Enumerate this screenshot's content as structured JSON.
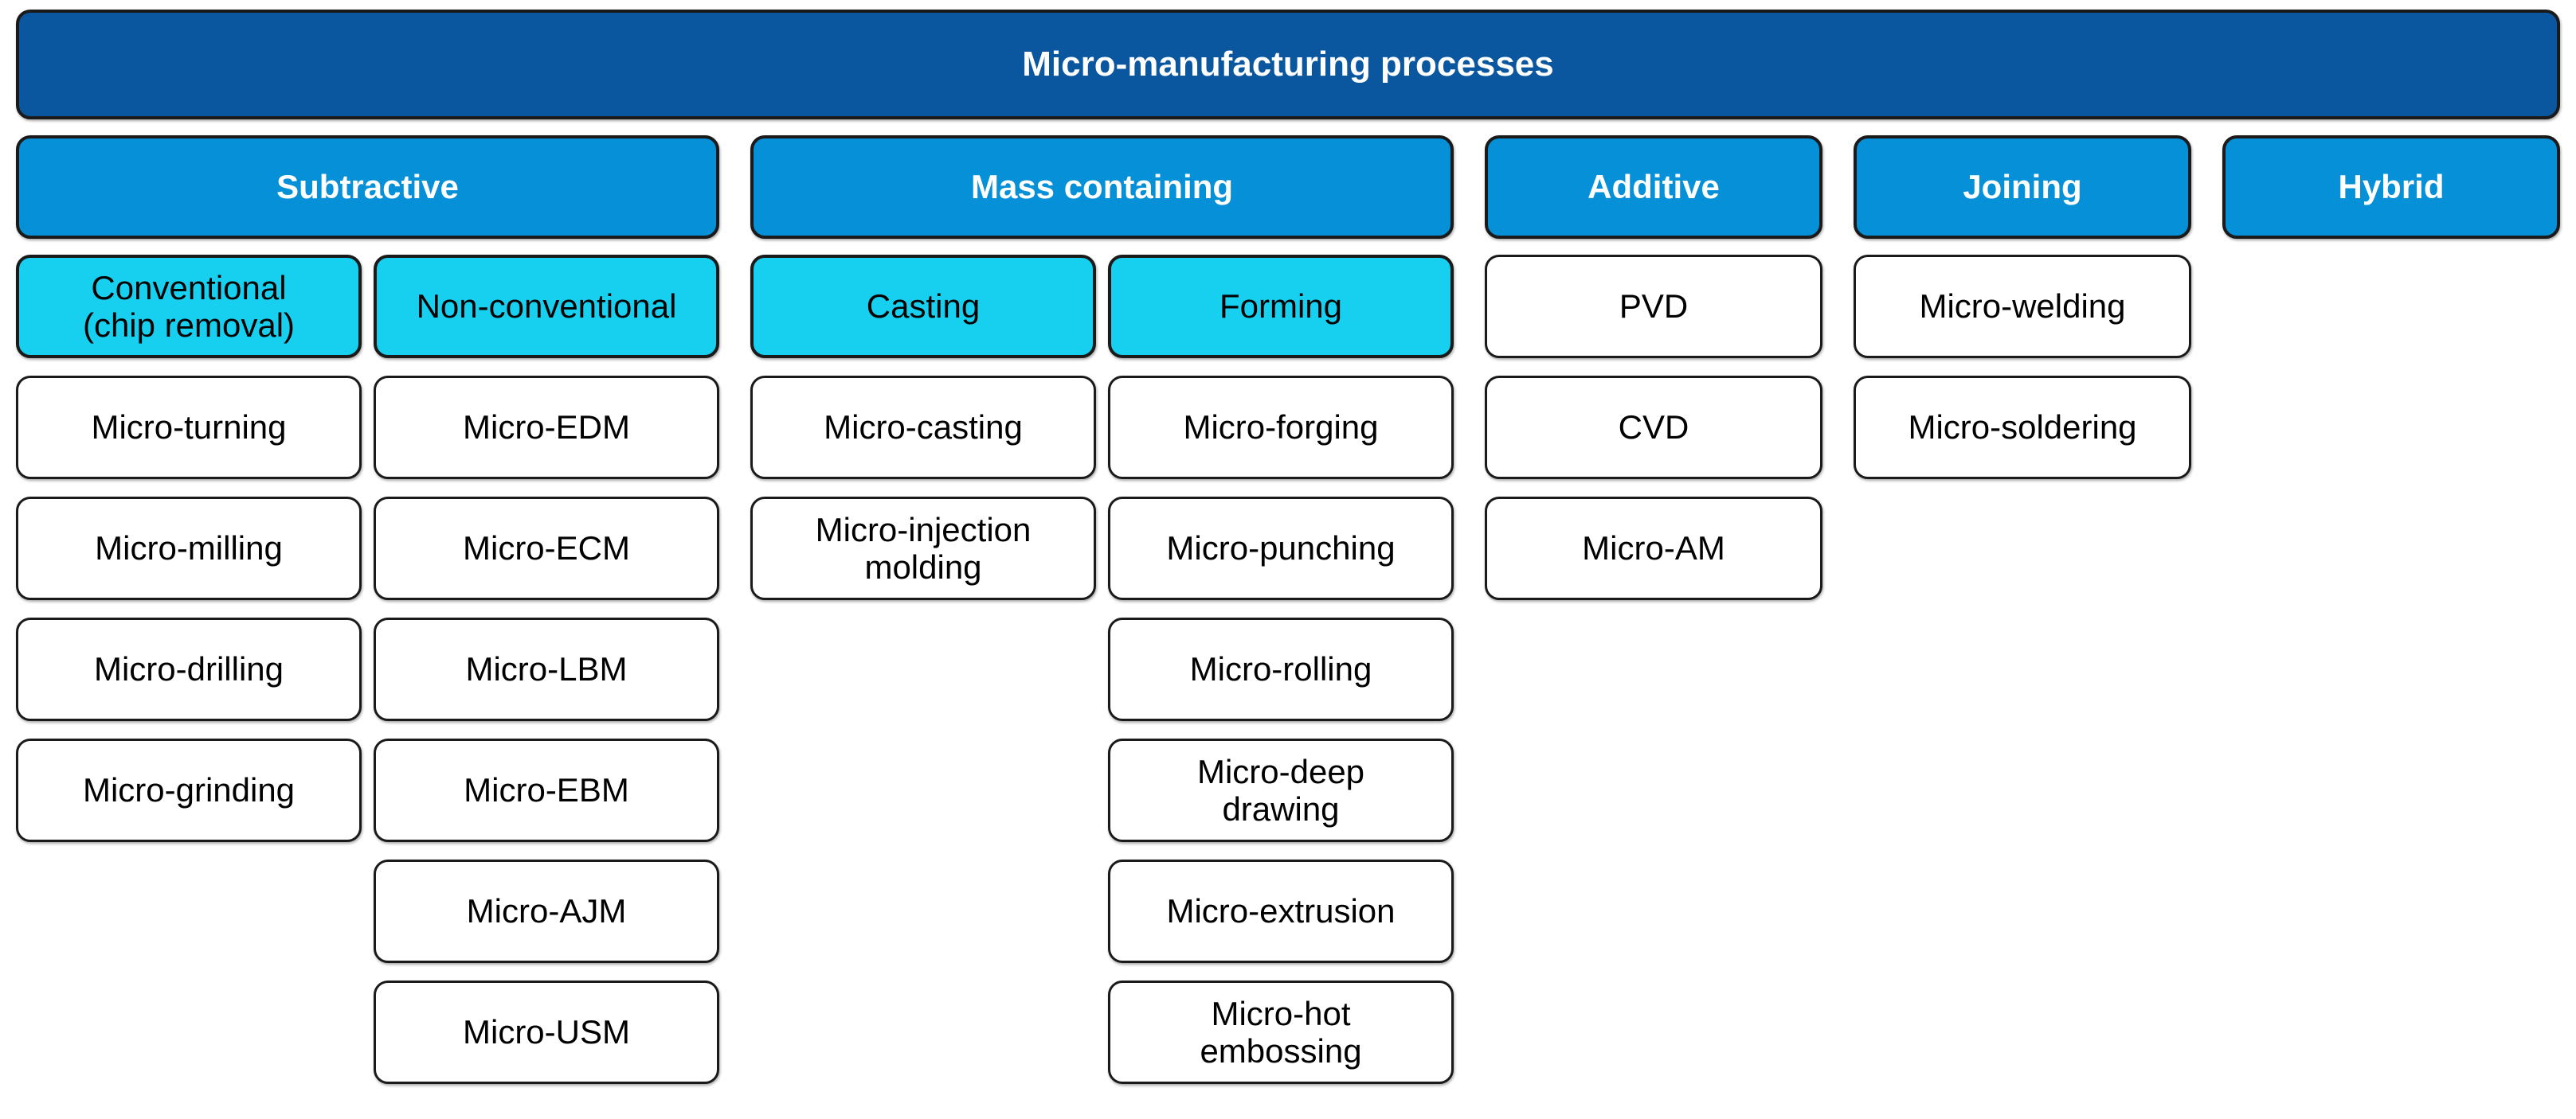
{
  "title": "Micro-manufacturing processes",
  "colors": {
    "title_bg": "#0a57a0",
    "group_bg": "#0590d8",
    "subgroup_bg": "#17d0f0",
    "leaf_bg": "#ffffff",
    "border": "#1a1a1a",
    "header_text": "#ffffff",
    "box_text": "#000000",
    "background": "#ffffff"
  },
  "groups": [
    {
      "label": "Subtractive",
      "columns": [
        {
          "cells": [
            {
              "label": "Conventional\n(chip removal)",
              "type": "subgroup"
            },
            {
              "label": "Micro-turning",
              "type": "leaf"
            },
            {
              "label": "Micro-milling",
              "type": "leaf"
            },
            {
              "label": "Micro-drilling",
              "type": "leaf"
            },
            {
              "label": "Micro-grinding",
              "type": "leaf"
            }
          ]
        },
        {
          "cells": [
            {
              "label": "Non-conventional",
              "type": "subgroup"
            },
            {
              "label": "Micro-EDM",
              "type": "leaf"
            },
            {
              "label": "Micro-ECM",
              "type": "leaf"
            },
            {
              "label": "Micro-LBM",
              "type": "leaf"
            },
            {
              "label": "Micro-EBM",
              "type": "leaf"
            },
            {
              "label": "Micro-AJM",
              "type": "leaf"
            },
            {
              "label": "Micro-USM",
              "type": "leaf"
            }
          ]
        }
      ]
    },
    {
      "label": "Mass containing",
      "columns": [
        {
          "cells": [
            {
              "label": "Casting",
              "type": "subgroup"
            },
            {
              "label": "Micro-casting",
              "type": "leaf"
            },
            {
              "label": "Micro-injection\nmolding",
              "type": "leaf"
            }
          ]
        },
        {
          "cells": [
            {
              "label": "Forming",
              "type": "subgroup"
            },
            {
              "label": "Micro-forging",
              "type": "leaf"
            },
            {
              "label": "Micro-punching",
              "type": "leaf"
            },
            {
              "label": "Micro-rolling",
              "type": "leaf"
            },
            {
              "label": "Micro-deep\ndrawing",
              "type": "leaf"
            },
            {
              "label": "Micro-extrusion",
              "type": "leaf"
            },
            {
              "label": "Micro-hot\nembossing",
              "type": "leaf"
            }
          ]
        }
      ]
    },
    {
      "label": "Additive",
      "columns": [
        {
          "cells": [
            {
              "label": "PVD",
              "type": "leaf"
            },
            {
              "label": "CVD",
              "type": "leaf"
            },
            {
              "label": "Micro-AM",
              "type": "leaf"
            }
          ]
        }
      ]
    },
    {
      "label": "Joining",
      "columns": [
        {
          "cells": [
            {
              "label": "Micro-welding",
              "type": "leaf"
            },
            {
              "label": "Micro-soldering",
              "type": "leaf"
            }
          ]
        }
      ]
    },
    {
      "label": "Hybrid",
      "columns": []
    }
  ]
}
